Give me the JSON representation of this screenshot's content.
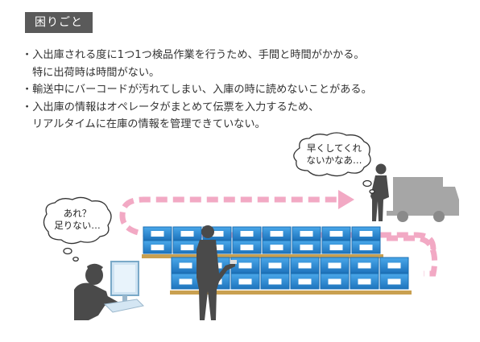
{
  "header": {
    "title": "困りごと"
  },
  "problems": [
    {
      "line1": "・入出庫される度に1つ1つ検品作業を行うため、手間と時間がかかる。",
      "line2": "特に出荷時は時間がない。"
    },
    {
      "line1": "・輸送中にバーコードが汚れてしまい、入庫の時に読めないことがある。",
      "line2": ""
    },
    {
      "line1": "・入出庫の情報はオペレータがまとめて伝票を入力するため、",
      "line2": "リアルタイムに在庫の情報を管理できていない。"
    }
  ],
  "bubbles": {
    "driver": {
      "line1": "早くしてくれ",
      "line2": "ないかなあ…"
    },
    "operator": {
      "line1": "あれ？",
      "line2": "足りない…"
    }
  },
  "colors": {
    "badge": "#5a5a5a",
    "flow_arrow": "#f2a9c4",
    "container": "#2f8fd6",
    "container_dark": "#1b6fb3",
    "pallet": "#c9a050",
    "silhouette": "#4a4a4a",
    "truck": "#a6a6a6"
  }
}
